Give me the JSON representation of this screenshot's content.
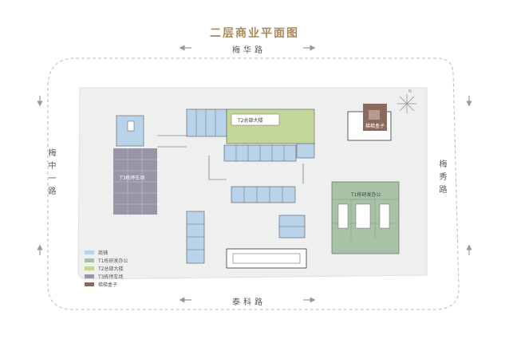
{
  "title": "二层商业平面图",
  "roads": {
    "north": "梅华路",
    "south": "泰科路",
    "west": "梅中一路",
    "east": "梅秀路"
  },
  "legend": [
    {
      "label": "商铺",
      "color": "#b9d3ea"
    },
    {
      "label": "T1栋研发办公",
      "color": "#a7c2a6"
    },
    {
      "label": "T2总部大楼",
      "color": "#c3d79a"
    },
    {
      "label": "T3栋停车场",
      "color": "#9795a6"
    },
    {
      "label": "梯梯盒子",
      "color": "#8a6a5f"
    }
  ],
  "buildings": {
    "t2": "T2总部大楼",
    "t1": "T1栋研发办公",
    "t3": "T3栋停车场",
    "box": "梯梯盒子"
  },
  "compass": "N"
}
